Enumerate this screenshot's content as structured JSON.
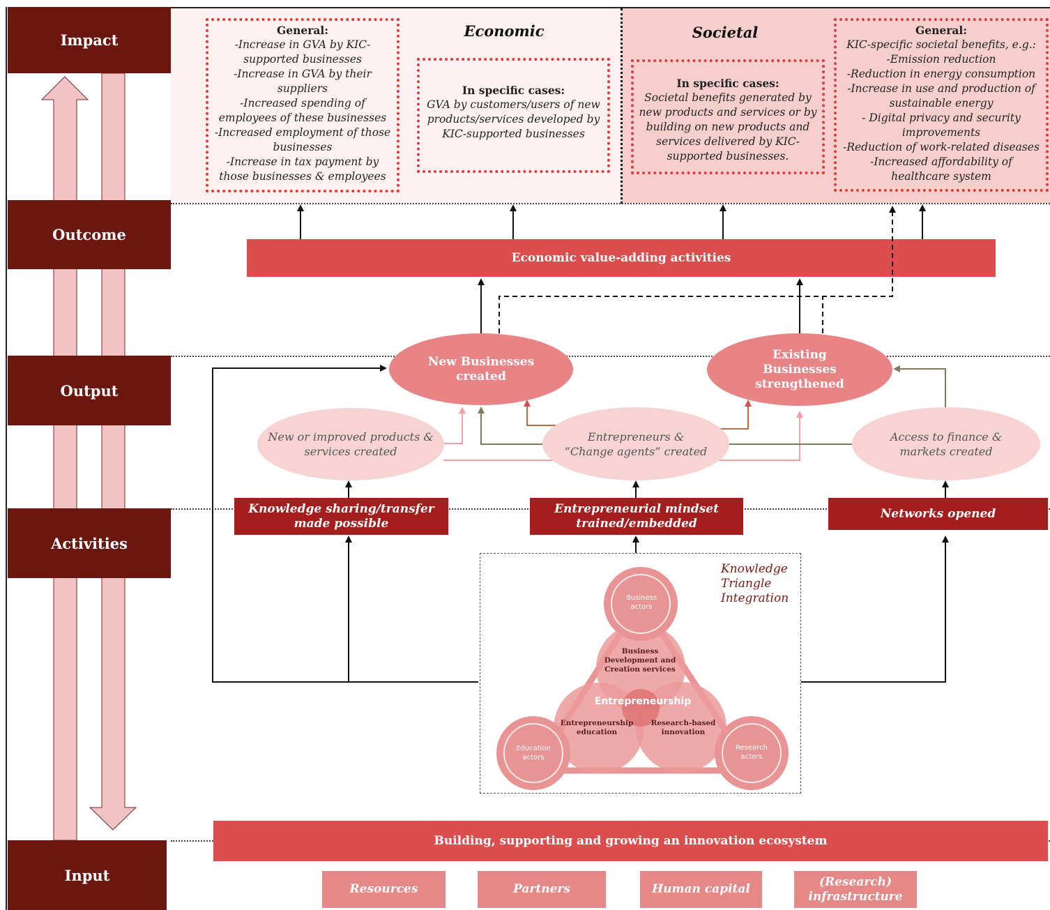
{
  "levels": {
    "impact": "Impact",
    "outcome": "Outcome",
    "output": "Output",
    "activities": "Activities",
    "input": "Input"
  },
  "impact": {
    "economic_heading": "Economic",
    "societal_heading": "Societal",
    "econ_general": {
      "title": "General:",
      "lines": [
        "-Increase in GVA by KIC-",
        "supported businesses",
        "-Increase in GVA by their",
        "suppliers",
        "-Increased spending of",
        "employees of these businesses",
        "-Increased employment of those",
        "businesses",
        "-Increase in tax payment by",
        "those businesses & employees"
      ]
    },
    "econ_specific": {
      "title": "In specific cases:",
      "lines": [
        "GVA by customers/users of new",
        "products/services developed by",
        "KIC-supported businesses"
      ]
    },
    "soc_specific": {
      "title": "In specific cases:",
      "lines": [
        "Societal benefits generated by",
        "new products and services or by",
        "building on new products and",
        "services delivered by KIC-",
        "supported businesses."
      ]
    },
    "soc_general": {
      "title": "General:",
      "lines": [
        "KIC-specific societal benefits, e.g.:",
        "-Emission reduction",
        "-Reduction in energy consumption",
        "-Increase in use and production of",
        "sustainable energy",
        "- Digital privacy and security",
        "improvements",
        "-Reduction of work-related diseases",
        "-Increased affordability of",
        "healthcare system"
      ]
    }
  },
  "outcome": {
    "bar": "Economic value-adding activities"
  },
  "output": {
    "new_businesses": [
      "New Businesses",
      "created"
    ],
    "existing_businesses": [
      "Existing",
      "Businesses",
      "strengthened"
    ],
    "products": [
      "New or improved products &",
      "services created"
    ],
    "entrepreneurs": [
      "Entrepreneurs &",
      "“Change agents” created"
    ],
    "finance": [
      "Access to finance &",
      "markets created"
    ]
  },
  "activities": {
    "knowledge": [
      "Knowledge sharing/transfer",
      "made possible"
    ],
    "mindset": [
      "Entrepreneurial mindset",
      "trained/embedded"
    ],
    "networks": "Networks opened"
  },
  "knowledge_triangle": {
    "title": [
      "Knowledge",
      "Triangle",
      "Integration"
    ],
    "business_actors": [
      "Business",
      "actors"
    ],
    "education_actors": [
      "Education",
      "actors"
    ],
    "research_actors": [
      "Research",
      "actors"
    ],
    "bdcs": [
      "Business",
      "Development and",
      "Creation services"
    ],
    "entrepreneurship": "Entrepreneurship",
    "ent_education": [
      "Entrepreneurship",
      "education"
    ],
    "research_innovation": [
      "Research-based",
      "innovation"
    ]
  },
  "input": {
    "bar": "Building, supporting and growing an innovation ecosystem",
    "items": [
      "Resources",
      "Partners",
      "Human capital",
      "(Research)",
      "infrastructure"
    ]
  },
  "colors": {
    "level": "#6b1710",
    "bar_red": "#dc4e4e",
    "activity": "#a51e1e",
    "oval_main": "#e98486",
    "oval_light": "#f7d3d3",
    "societal_bg": "#f6cfcd",
    "economic_bg": "#fdf1f1"
  }
}
